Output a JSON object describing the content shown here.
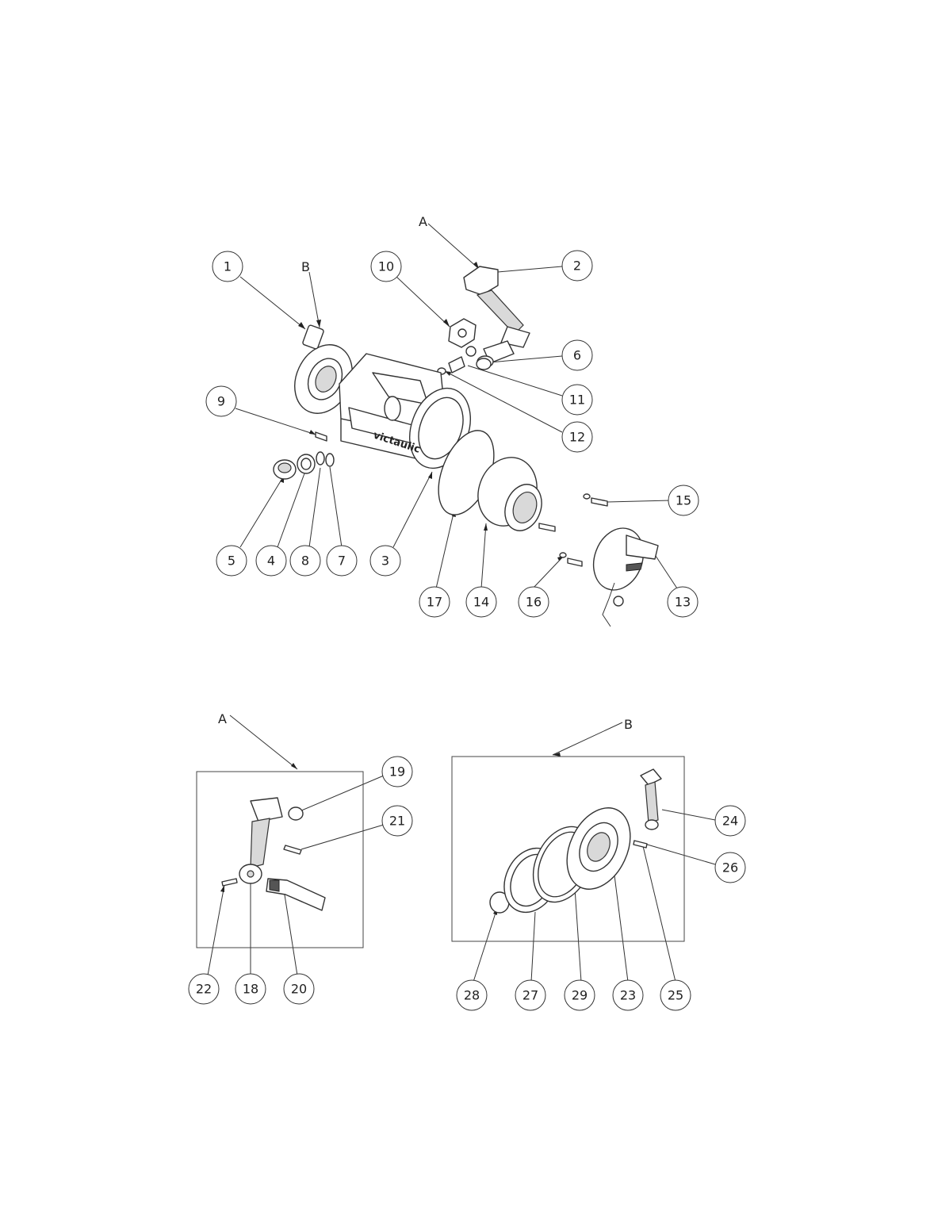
{
  "view_labels": {
    "a_top": "A",
    "b_top": "B",
    "a_detail": "A",
    "b_detail": "B"
  },
  "balloons": [
    {
      "id": "1",
      "label": "1"
    },
    {
      "id": "2",
      "label": "2"
    },
    {
      "id": "3",
      "label": "3"
    },
    {
      "id": "4",
      "label": "4"
    },
    {
      "id": "5",
      "label": "5"
    },
    {
      "id": "6",
      "label": "6"
    },
    {
      "id": "7",
      "label": "7"
    },
    {
      "id": "8",
      "label": "8"
    },
    {
      "id": "9",
      "label": "9"
    },
    {
      "id": "10",
      "label": "10"
    },
    {
      "id": "11",
      "label": "11"
    },
    {
      "id": "12",
      "label": "12"
    },
    {
      "id": "13",
      "label": "13"
    },
    {
      "id": "14",
      "label": "14"
    },
    {
      "id": "15",
      "label": "15"
    },
    {
      "id": "16",
      "label": "16"
    },
    {
      "id": "17",
      "label": "17"
    },
    {
      "id": "18",
      "label": "18"
    },
    {
      "id": "19",
      "label": "19"
    },
    {
      "id": "20",
      "label": "20"
    },
    {
      "id": "21",
      "label": "21"
    },
    {
      "id": "22",
      "label": "22"
    },
    {
      "id": "23",
      "label": "23"
    },
    {
      "id": "24",
      "label": "24"
    },
    {
      "id": "25",
      "label": "25"
    },
    {
      "id": "26",
      "label": "26"
    },
    {
      "id": "27",
      "label": "27"
    },
    {
      "id": "28",
      "label": "28"
    },
    {
      "id": "29",
      "label": "29"
    }
  ]
}
